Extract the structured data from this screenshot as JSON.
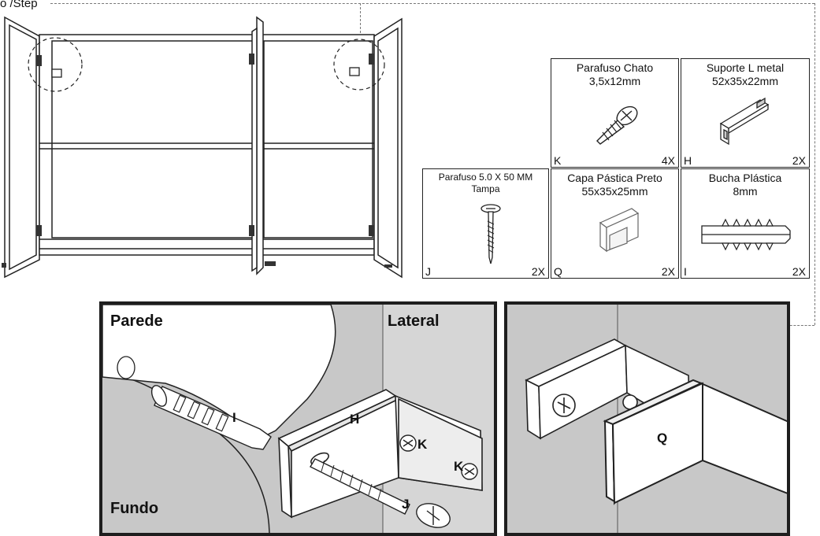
{
  "step_label": "o /Step",
  "parts": [
    {
      "code": "K",
      "name": "Parafuso Chato\n3,5x12mm",
      "qty": "4X"
    },
    {
      "code": "H",
      "name": "Suporte L metal\n52x35x22mm",
      "qty": "2X"
    },
    {
      "code": "J",
      "name": "Parafuso 5.0 X 50 MM\nTampa",
      "qty": "2X"
    },
    {
      "code": "Q",
      "name": "Capa Pástica Preto\n55x35x25mm",
      "qty": "2X"
    },
    {
      "code": "I",
      "name": "Bucha Plástica\n8mm",
      "qty": "2X"
    }
  ],
  "panel_left": {
    "wall_label": "Parede",
    "side_label": "Lateral",
    "back_label": "Fundo",
    "callouts": [
      "I",
      "H",
      "K",
      "K",
      "J"
    ]
  },
  "panel_right": {
    "callouts": [
      "Q"
    ]
  },
  "icons": [
    "screw-flat-icon",
    "l-bracket-icon",
    "long-screw-icon",
    "plastic-cap-icon",
    "wall-plug-icon"
  ]
}
